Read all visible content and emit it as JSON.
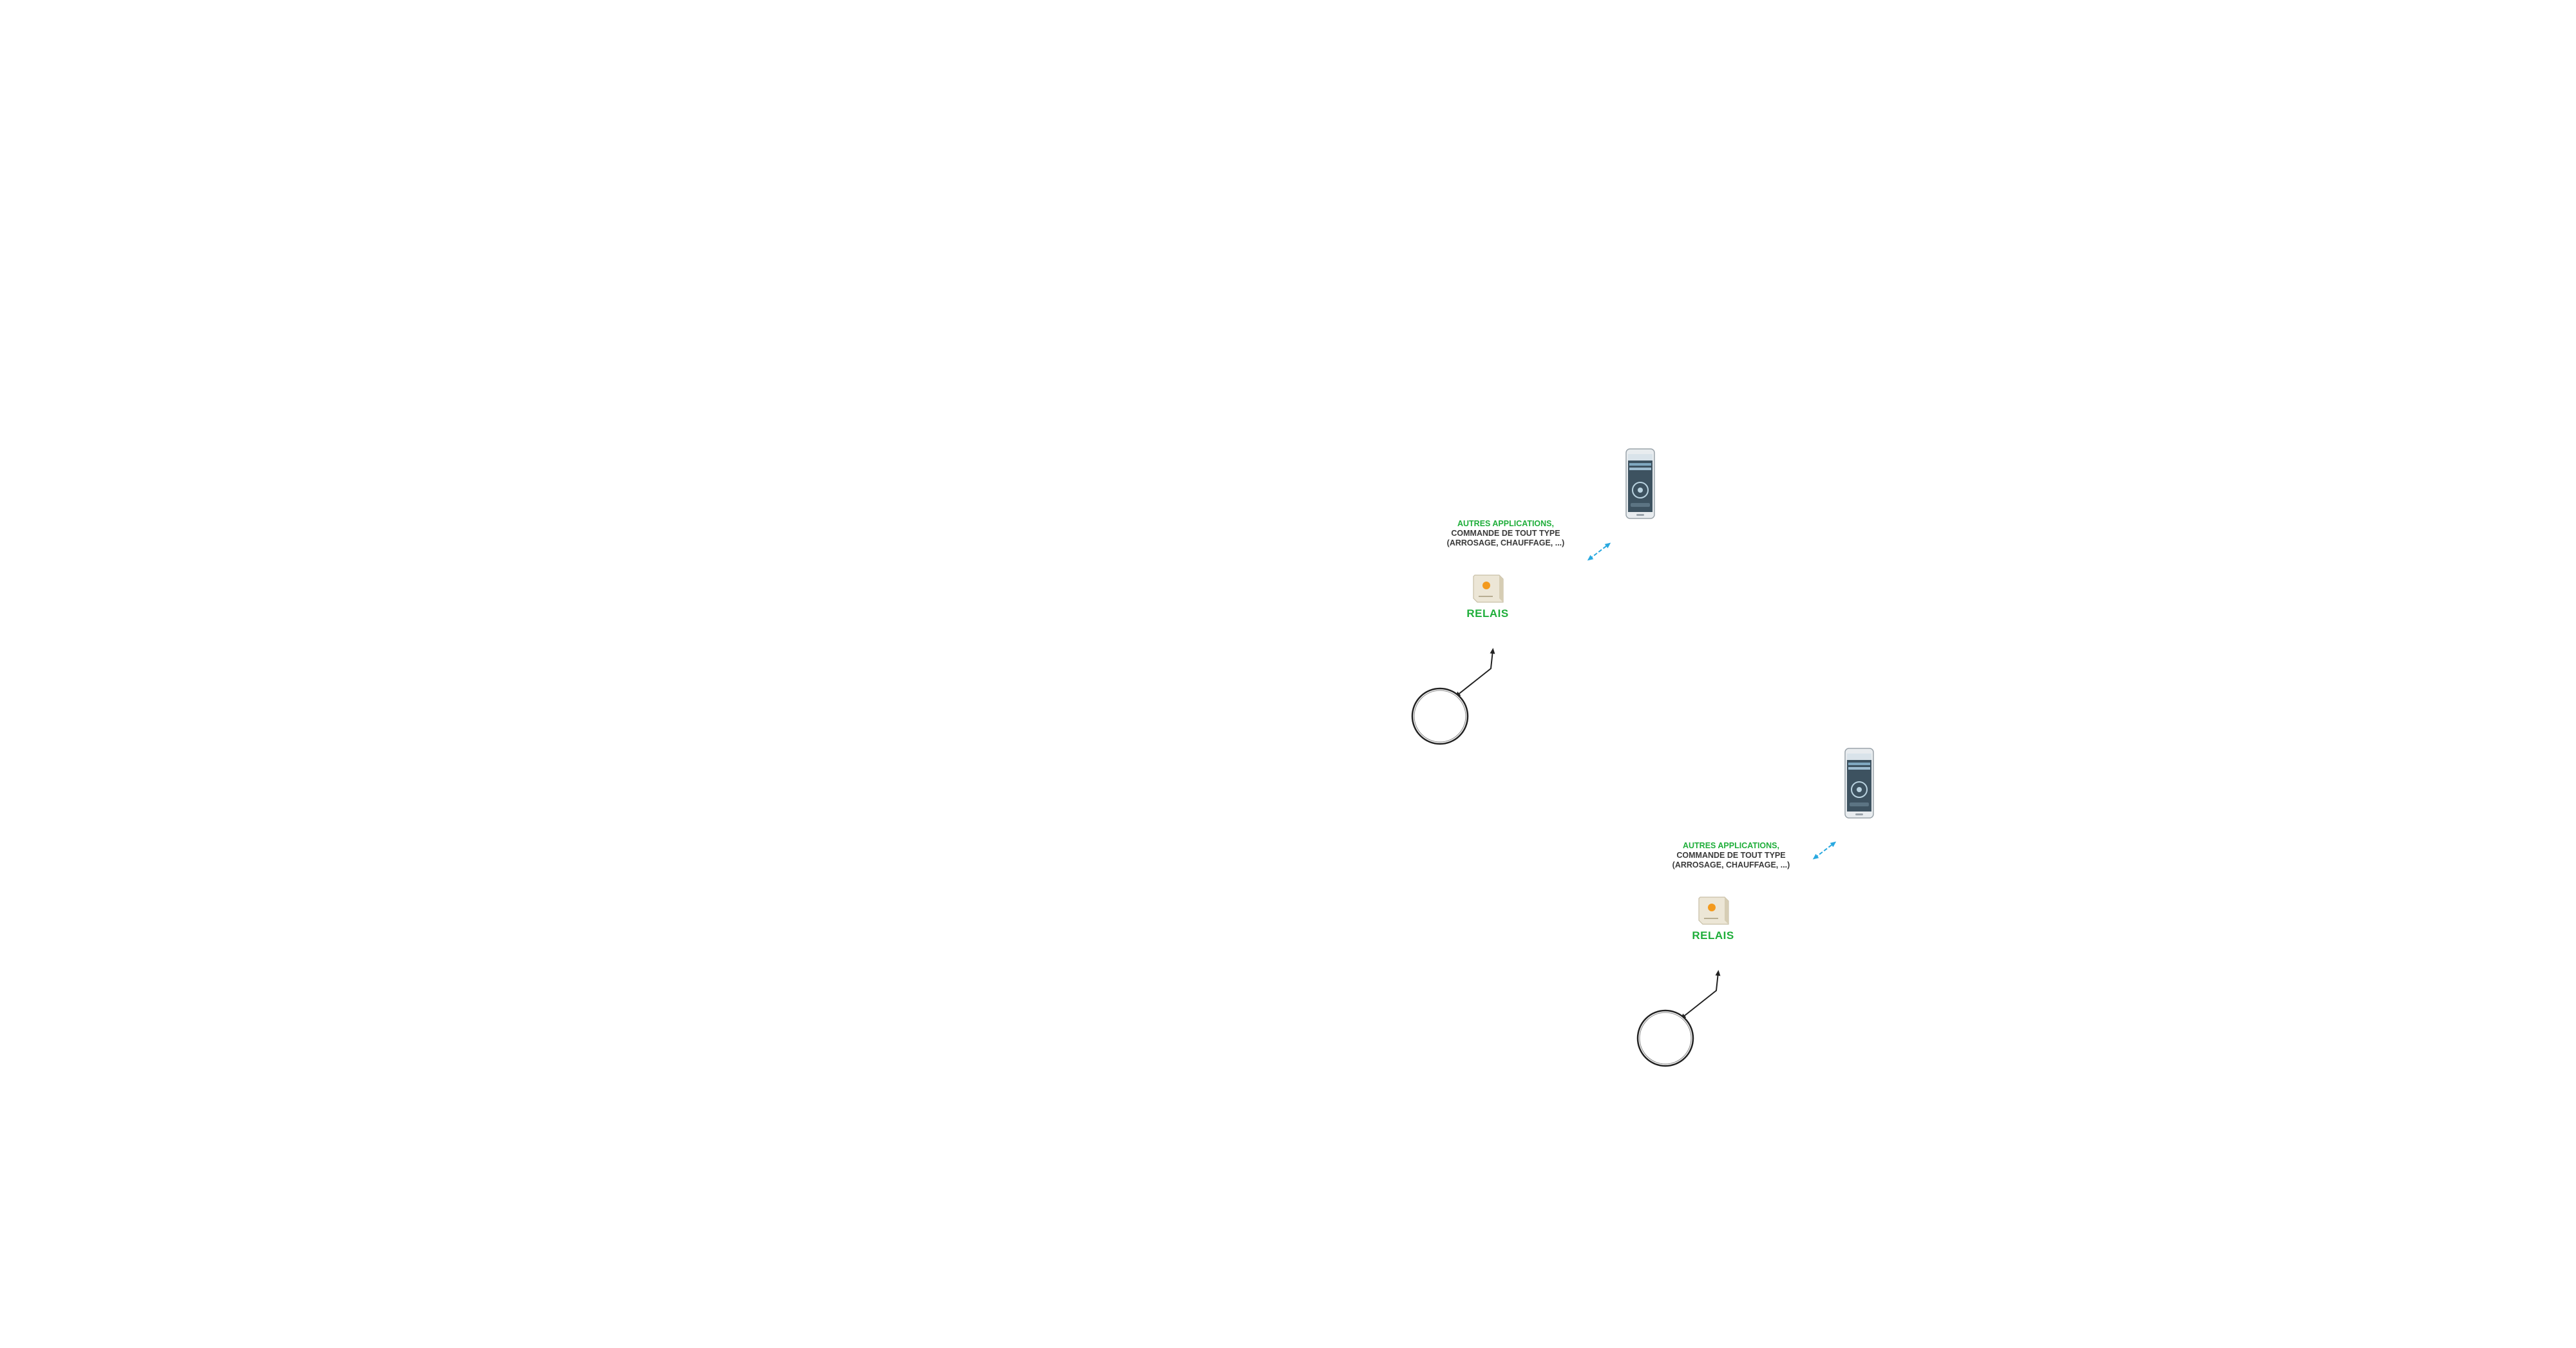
{
  "colors": {
    "accent": "#1fae3a",
    "link": "#29a9e0",
    "text": "#3a3a3a",
    "relay_dot": "#f39a1e"
  },
  "groups": [
    {
      "caption": {
        "highlight": "AUTRES APPLICATIONS,",
        "line2": "COMMANDE DE TOUT TYPE",
        "line3": "(ARROSAGE, CHAUFFAGE, ...)"
      },
      "relay_label": "RELAIS",
      "icons": {
        "relay": "relay-box-icon",
        "phone": "smartphone-icon",
        "hub": "hub-circle-icon"
      }
    },
    {
      "caption": {
        "highlight": "AUTRES APPLICATIONS,",
        "line2": "COMMANDE DE TOUT TYPE",
        "line3": "(ARROSAGE, CHAUFFAGE, ...)"
      },
      "relay_label": "RELAIS",
      "icons": {
        "relay": "relay-box-icon",
        "phone": "smartphone-icon",
        "hub": "hub-circle-icon"
      }
    }
  ]
}
